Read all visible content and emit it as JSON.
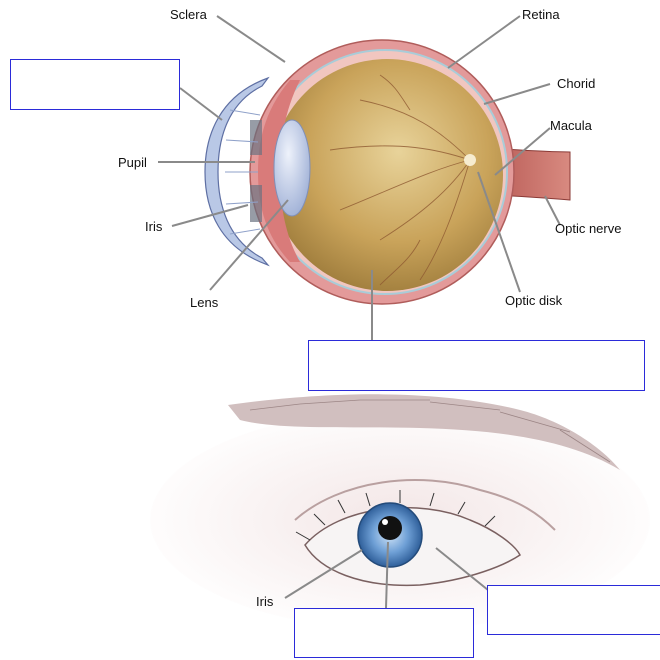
{
  "top_diagram": {
    "labels": {
      "sclera": "Sclera",
      "retina": "Retina",
      "chorid": "Chorid",
      "macula": "Macula",
      "pupil": "Pupil",
      "iris": "Iris",
      "optic_nerve": "Optic nerve",
      "lens": "Lens",
      "optic_disk": "Optic disk"
    },
    "blanks": {
      "cornea_answer": "",
      "vitreous_answer": ""
    }
  },
  "bottom_diagram": {
    "labels": {
      "iris": "Iris"
    },
    "blanks": {
      "pupil_answer": "",
      "sclera_answer": ""
    }
  },
  "colors": {
    "answer_box_border": "#2b2bd9",
    "sclera_pink": "#e39a9a",
    "vitreous_gold": "#c9a35a",
    "iris_blue": "#4f86c6"
  }
}
